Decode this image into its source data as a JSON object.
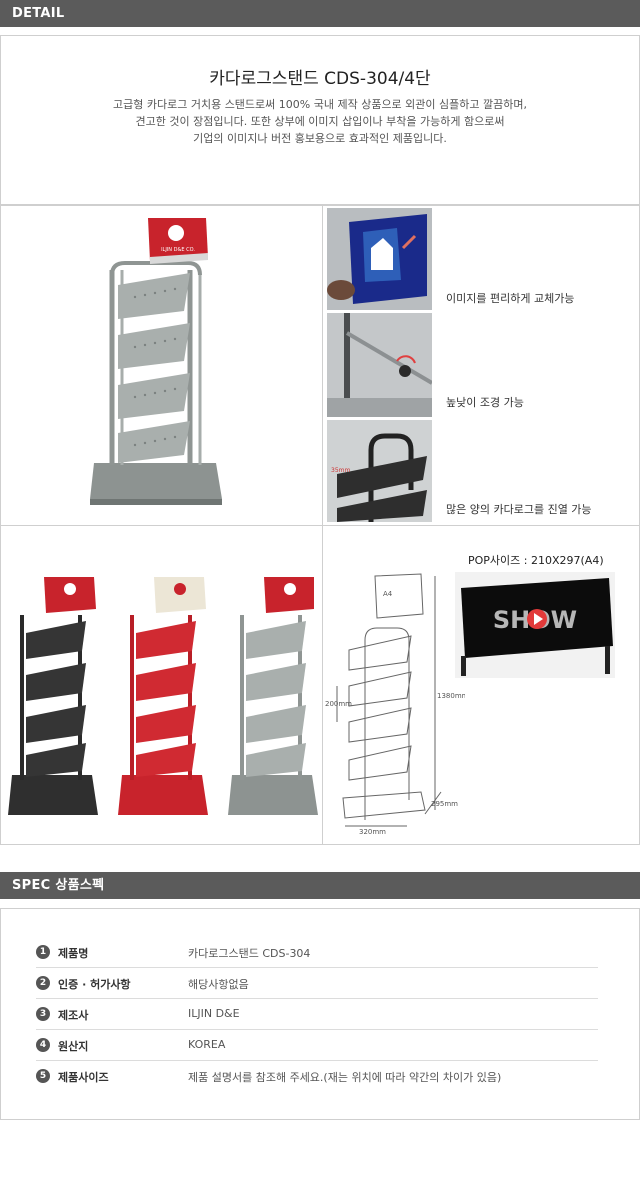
{
  "detail_header": "DETAIL",
  "product": {
    "title": "카다로그스탠드 CDS-304/4단",
    "desc_lines": [
      "고급형 카다로그 거치용 스탠드로써 100% 국내 제작 상품으로 외관이 심플하고 깔끔하며,",
      "견고한 것이 장점입니다. 또한 상부에 이미지 삽입이나 부착을 가능하게 함으로써",
      "기업의 이미지나 버전 홍보용으로 효과적인 제품입니다."
    ]
  },
  "sign_text": "ILJIN D&E CO.",
  "features": [
    "이미지를 편리하게 교체가능",
    "높낮이 조경 가능",
    "많은 양의 카다로그를 진열 가능"
  ],
  "diagram": {
    "a4": "A4",
    "height": "1380mm",
    "shelf_gap": "200mm",
    "width": "320mm",
    "depth": "295mm",
    "callout": "35mm"
  },
  "pop": {
    "label": "POP사이즈 : 210X297(A4)",
    "logo": "SHOW"
  },
  "spec_header": "SPEC 상품스펙",
  "spec": [
    {
      "num": "1",
      "label": "제품명",
      "value": "카다로그스탠드 CDS-304"
    },
    {
      "num": "2",
      "label": "인증 · 허가사항",
      "value": "해당사항없음"
    },
    {
      "num": "3",
      "label": "제조사",
      "value": "ILJIN D&E"
    },
    {
      "num": "4",
      "label": "원산지",
      "value": "KOREA"
    },
    {
      "num": "5",
      "label": "제품사이즈",
      "value": "제품 설명서를 참조해 주세요.(재는 위치에 따라 약간의 차이가 있음)"
    }
  ],
  "colors": {
    "header_bg": "#5b5b5b",
    "red": "#c8232c",
    "black": "#2f2f2f",
    "silver": "#9aa09e"
  }
}
